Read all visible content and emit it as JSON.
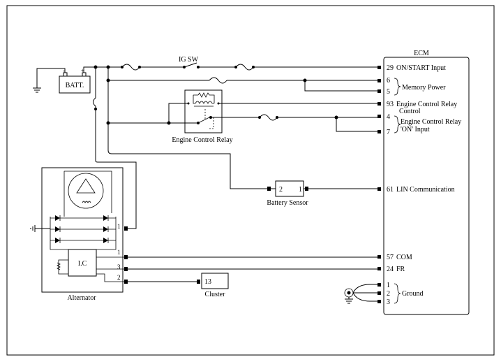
{
  "components": {
    "ecm": "ECM",
    "battery": "BATT.",
    "ig_switch": "IG SW",
    "engine_control_relay": "Engine Control Relay",
    "battery_sensor": "Battery Sensor",
    "alternator": "Alternator",
    "ic": "I.C",
    "cluster": "Cluster"
  },
  "ecm_pins": {
    "on_start": {
      "pin": "29",
      "label": "ON/START Input"
    },
    "memory_6": {
      "pin": "6"
    },
    "memory_5": {
      "pin": "5"
    },
    "memory_label": "Memory Power",
    "relay_ctrl": {
      "pin": "93",
      "label_1": "Engine Control Relay",
      "label_2": "Control"
    },
    "relay_on_4": {
      "pin": "4"
    },
    "relay_on_7": {
      "pin": "7"
    },
    "relay_on_label_1": "Engine Control Relay",
    "relay_on_label_2": "'ON' Input",
    "lin": {
      "pin": "61",
      "label": "LIN Communication"
    },
    "com": {
      "pin": "57",
      "label": "COM"
    },
    "fr": {
      "pin": "24",
      "label": "FR"
    },
    "ground_1": {
      "pin": "1"
    },
    "ground_2": {
      "pin": "2"
    },
    "ground_3": {
      "pin": "3"
    },
    "ground_label": "Ground"
  },
  "battery_sensor_pins": {
    "left": "2",
    "right": "1"
  },
  "alternator_pins": {
    "b": "1",
    "c1": "1",
    "c3": "3",
    "c2": "2"
  },
  "cluster_pin": "13"
}
